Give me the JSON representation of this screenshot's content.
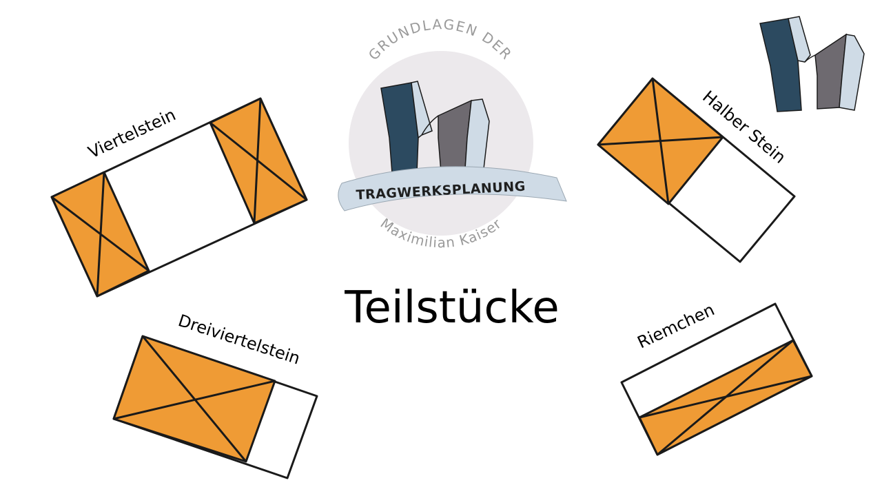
{
  "slide": {
    "title": "Teilstücke"
  },
  "logo": {
    "top_text": "GRUNDLAGEN DER",
    "banner_text": "TRAGWERKSPLANUNG",
    "bottom_text": "Maximilian Kaiser"
  },
  "pieces": {
    "viertelstein": {
      "label": "Viertelstein"
    },
    "halber_stein": {
      "label": "Halber Stein"
    },
    "dreiviertelstein": {
      "label": "Dreiviertelstein"
    },
    "riemchen": {
      "label": "Riemchen"
    }
  },
  "colors": {
    "fill": "#ef9b35",
    "outline": "#1a1a1a",
    "logo_dark_blue": "#2c4a60",
    "logo_grey": "#6e6a70",
    "logo_light": "#cfdbe6",
    "logo_circle": "#ece9ec"
  }
}
